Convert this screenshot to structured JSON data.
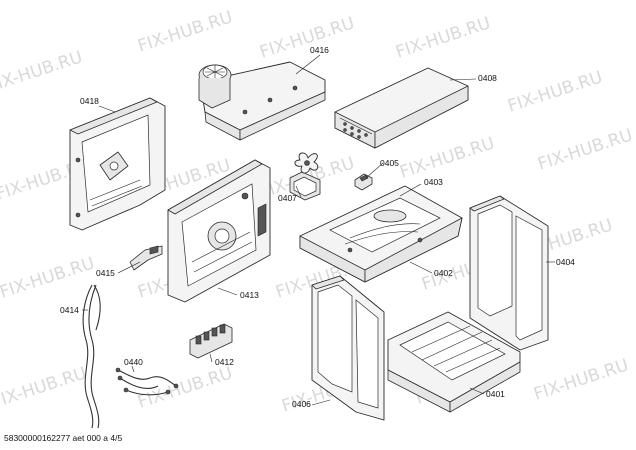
{
  "watermark": "FIX-HUB.RU",
  "parts": {
    "p0418": "0418",
    "p0416": "0416",
    "p0408": "0408",
    "p0405": "0405",
    "p0407": "0407",
    "p0403": "0403",
    "p0415": "0415",
    "p0413": "0413",
    "p0402": "0402",
    "p0404": "0404",
    "p0414": "0414",
    "p0440": "0440",
    "p0412": "0412",
    "p0406": "0406",
    "p0401": "0401"
  },
  "footer": "58300000162277 aet 000 a 4/5"
}
